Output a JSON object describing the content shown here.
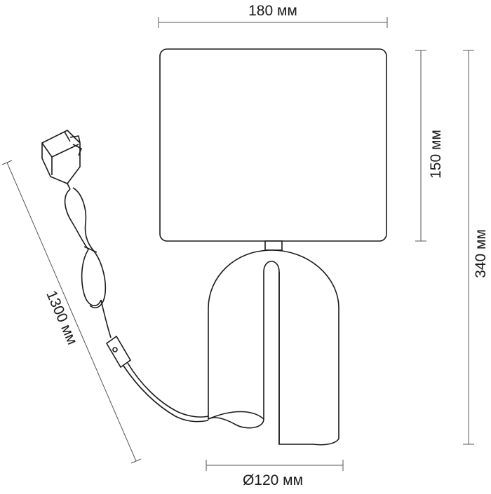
{
  "dimensions": {
    "shade_width": "180 мм",
    "shade_height": "150 мм",
    "total_height": "340 мм",
    "base_diameter": "Ø120 мм",
    "cord_length": "1300 мм"
  },
  "colors": {
    "stroke": "#1a1a1a",
    "dimension_line": "#555555",
    "background": "#ffffff"
  },
  "icons": [
    "plug-icon",
    "switch-icon"
  ]
}
